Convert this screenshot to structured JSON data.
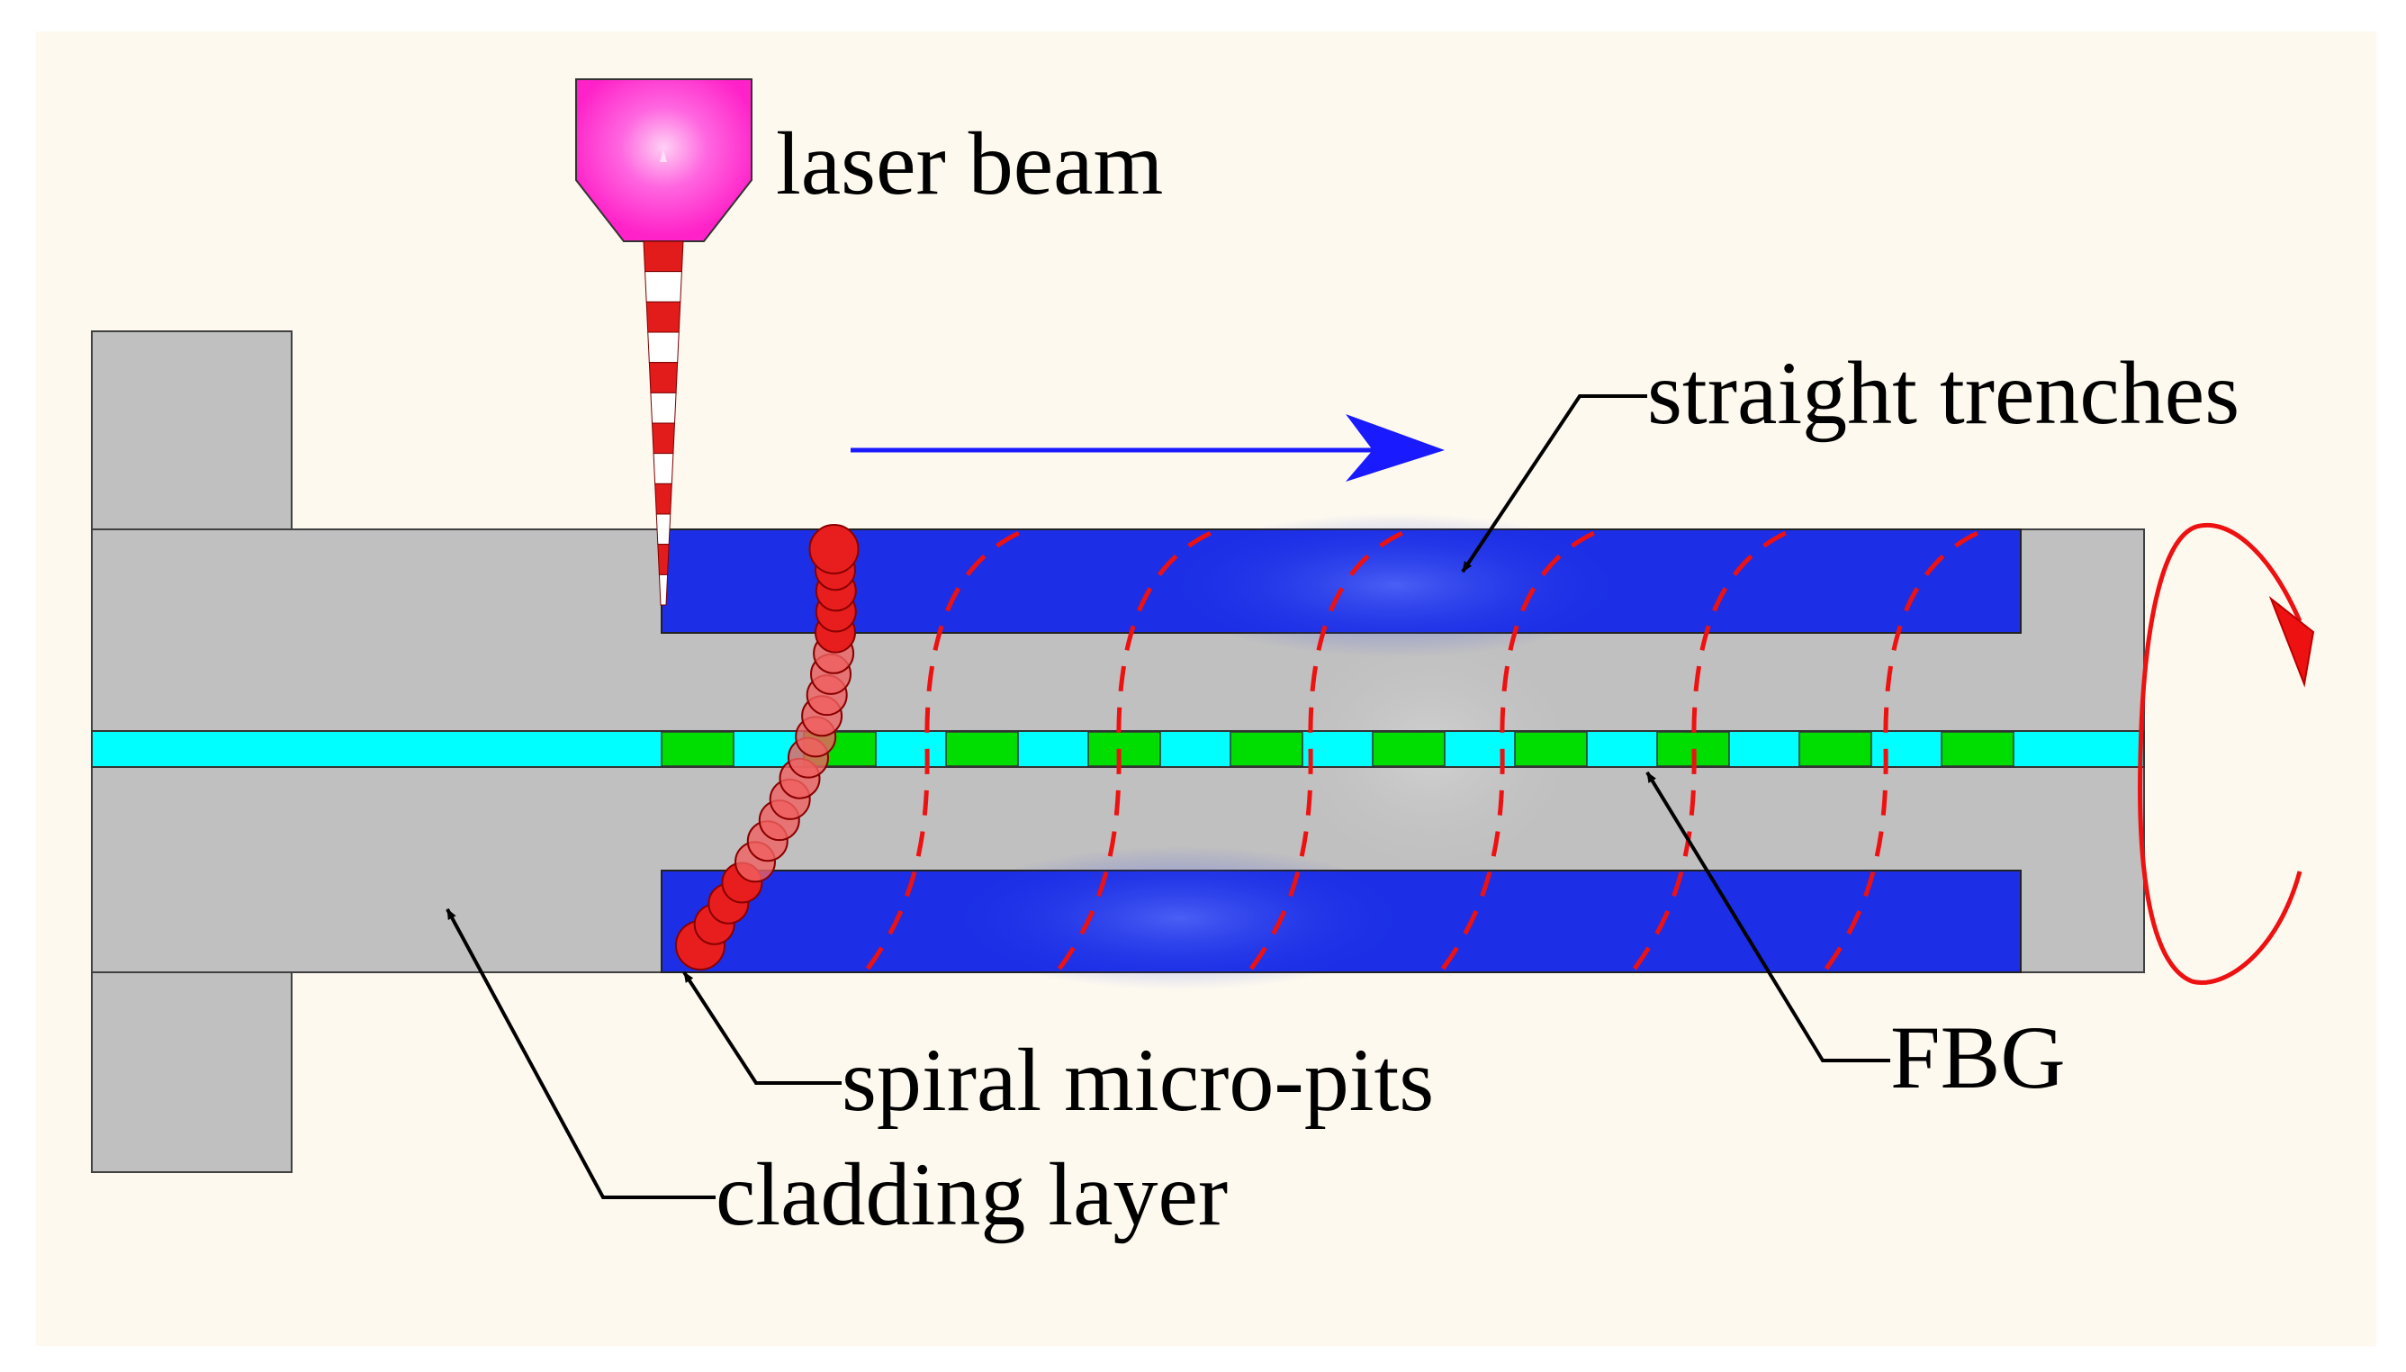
{
  "labels": {
    "laser_beam": "laser beam",
    "straight_trenches": "straight trenches",
    "spiral_micro_pits": "spiral micro-pits",
    "fbg": "FBG",
    "cladding_layer": "cladding layer"
  },
  "colors": {
    "background": "#fdf9ef",
    "cladding": "#c0c0c0",
    "trench": "#1c2fe6",
    "core": "#00ffff",
    "grating": "#00dd00",
    "spiral": "#ee1111",
    "laser_head": "#ff33cc",
    "arrow_blue": "#1a1aff"
  }
}
